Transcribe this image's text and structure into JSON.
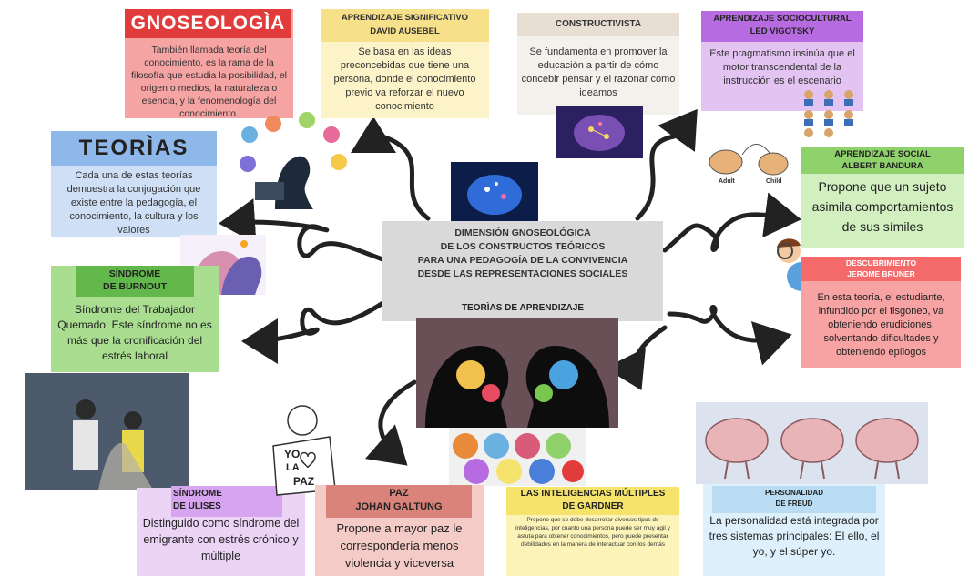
{
  "center": {
    "title_lines": [
      "DIMENSIÓN GNOSEOLÓGICA",
      "DE LOS CONSTRUCTOS TEÓRICOS",
      "PARA UNA PEDAGOGÍA DE LA CONVIVENCIA",
      "DESDE LAS REPRESENTACIONES SOCIALES"
    ],
    "subtitle": "TEORÌAS DE APRENDIZAJE"
  },
  "gnoseologia": {
    "title": "GNOSEOLOGÌA",
    "body": "También llamada teoría del conocimiento, es la rama de la filosofía que estudia la posibilidad, el origen o medios, la naturaleza o esencia, y la fenomenología del conocimiento."
  },
  "ausebel": {
    "title_lines": [
      "APRENDIZAJE SIGNIFICATIVO",
      "DAVID AUSEBEL"
    ],
    "body": "Se basa en las ideas preconcebidas que tiene una persona, donde el conocimiento previo va reforzar el nuevo conocimiento"
  },
  "constructivista": {
    "title": "CONSTRUCTIVISTA",
    "body": "Se fundamenta en promover la educación a partir de cómo concebir pensar y el razonar como ideamos"
  },
  "vigotsky": {
    "title_lines": [
      "APRENDIZAJE SOCIOCULTURAL",
      "LED VIGOTSKY"
    ],
    "body": "Este pragmatismo insinúa que el motor transcendental de la instrucción es el escenario"
  },
  "teorias": {
    "title": "TEORÌAS",
    "body": "Cada una de estas teorías demuestra la conjugación que existe entre la pedagogía, el conocimiento, la cultura y los valores"
  },
  "bandura": {
    "title_lines": [
      "APRENDIZAJE SOCIAL",
      "ALBERT BANDURA"
    ],
    "body": "Propone que un sujeto asimila comportamientos de sus símiles",
    "adult_label": "Adult",
    "child_label": "Child"
  },
  "burnout": {
    "title_lines": [
      "SÍNDROME",
      "DE BURNOUT"
    ],
    "body": "Síndrome del Trabajador Quemado: Este síndrome no es más que la cronificación del estrés laboral"
  },
  "bruner": {
    "title_lines": [
      "DESCUBRIMIENTO",
      "JEROME BRUNER"
    ],
    "body": "En esta teoría, el estudiante, infundido por el fisgoneo, va obteniendo erudiciones, solventando dificultades y obteniendo epílogos"
  },
  "ulises": {
    "title_lines": [
      "SÍNDROME",
      "DE ULISES"
    ],
    "body": "Distinguido como síndrome del emigrante con estrés crónico y múltiple"
  },
  "galtung": {
    "title_lines": [
      "PAZ",
      "JOHAN GALTUNG"
    ],
    "body": "Propone a mayor paz le correspondería menos violencia y viceversa",
    "sign_line1": "YO",
    "sign_line2": "LA",
    "sign_line3": "PAZ"
  },
  "gardner": {
    "title_lines": [
      "LAS INTELIGENCIAS MÚLTIPLES",
      "DE GARDNER"
    ],
    "body": "Propone que se debe desarrollar diversos tipos de inteligencias, por cuanto una persona puede ser muy ágil y astuta para obtener conocimientos, pero puede presentar debilidades en la manera de interactuar con los demás"
  },
  "freud": {
    "title_lines": [
      "PERSONALIDAD",
      "DE FREUD"
    ],
    "body": "La personalidad está integrada por tres sistemas principales: El ello, el yo, y el súper yo."
  },
  "colors": {
    "gnoseologia_bg": "#f5a3a3",
    "gnoseologia_hdr": "#e23b3b",
    "ausebel_hdr": "#f7e08a",
    "ausebel_bg": "#fdf3c9",
    "constructivista_hdr": "#e8ded3",
    "constructivista_bg": "#f4f1ec",
    "vigotsky_hdr": "#b76be0",
    "vigotsky_bg": "#e3c3f2",
    "teorias_hdr": "#8fb8ea",
    "teorias_bg": "#cfe0f6",
    "bandura_hdr": "#8fd16a",
    "bandura_bg": "#d2efbf",
    "burnout_hdr": "#62b84a",
    "burnout_bg": "#a9dd8f",
    "bruner_hdr": "#f46a6a",
    "bruner_bg": "#f7a3a3",
    "ulises_hdr": "#d7a4ef",
    "ulises_bg": "#ecd4f7",
    "galtung_hdr": "#d9837a",
    "galtung_bg": "#f4cbc6",
    "gardner_hdr": "#f5e36b",
    "gardner_bg": "#fbf3b8",
    "freud_hdr": "#b9dcf3",
    "freud_bg": "#def0fb",
    "center_bg": "#d9d9d9"
  }
}
